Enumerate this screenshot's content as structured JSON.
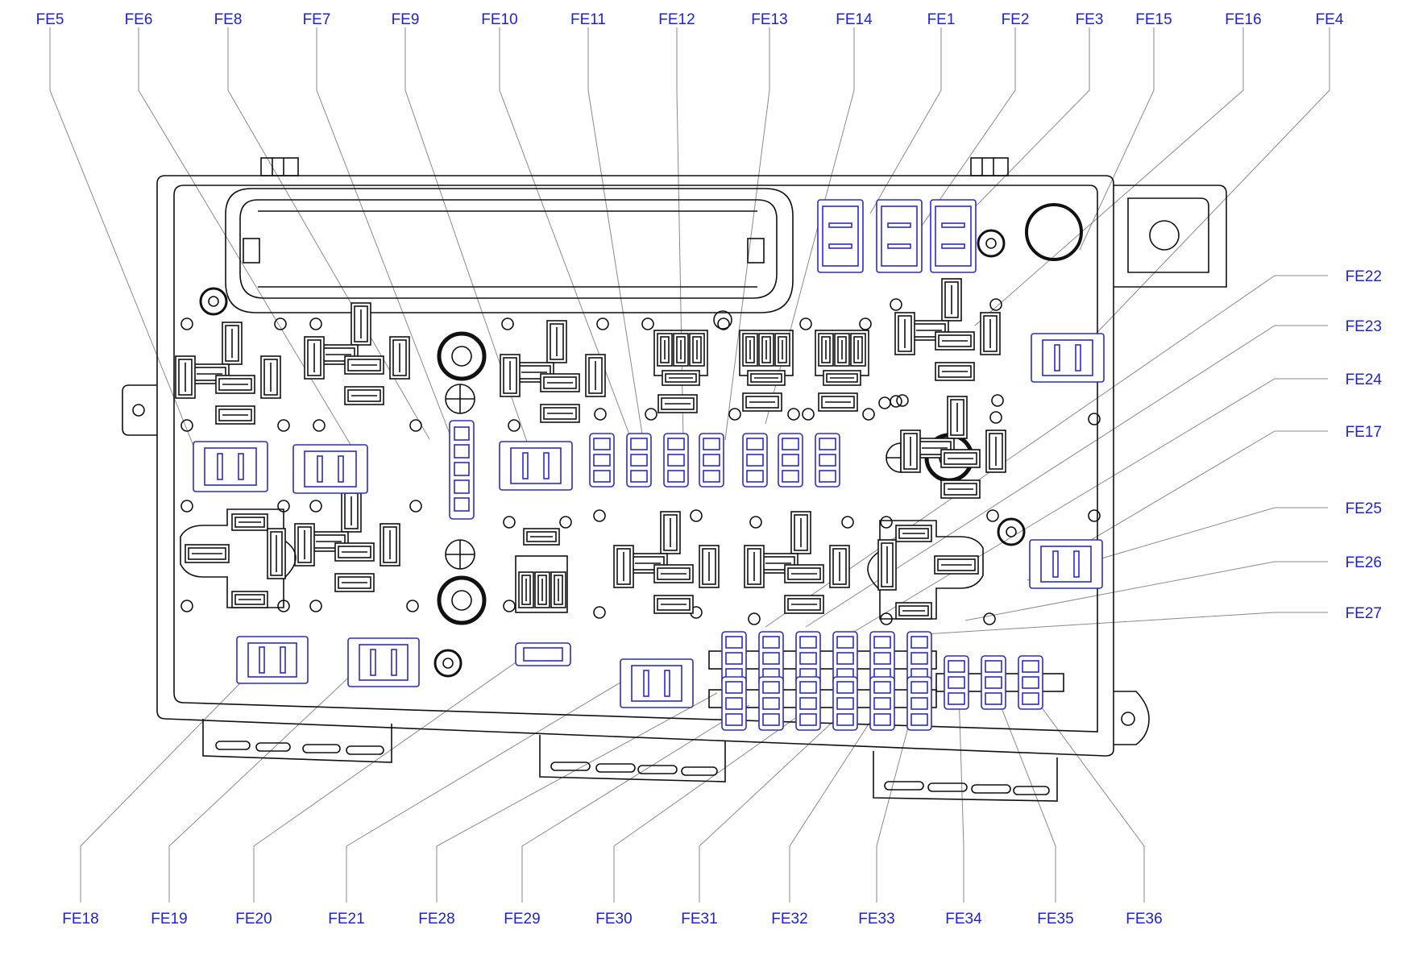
{
  "labels_top": [
    "FE5",
    "FE6",
    "FE8",
    "FE7",
    "FE9",
    "FE10",
    "FE11",
    "FE12",
    "FE13",
    "FE14",
    "FE1",
    "FE2",
    "FE3",
    "FE15",
    "FE16",
    "FE4"
  ],
  "labels_right": [
    "FE22",
    "FE23",
    "FE24",
    "FE17",
    "FE25",
    "FE26",
    "FE27"
  ],
  "labels_bottom": [
    "FE18",
    "FE19",
    "FE20",
    "FE21",
    "FE28",
    "FE29",
    "FE30",
    "FE31",
    "FE32",
    "FE33",
    "FE34",
    "FE35",
    "FE36"
  ],
  "colors": {
    "label": "#1f23d8",
    "component_blue": "#2a2ad6",
    "outline": "#111111",
    "leader": "#8a8a8a"
  }
}
